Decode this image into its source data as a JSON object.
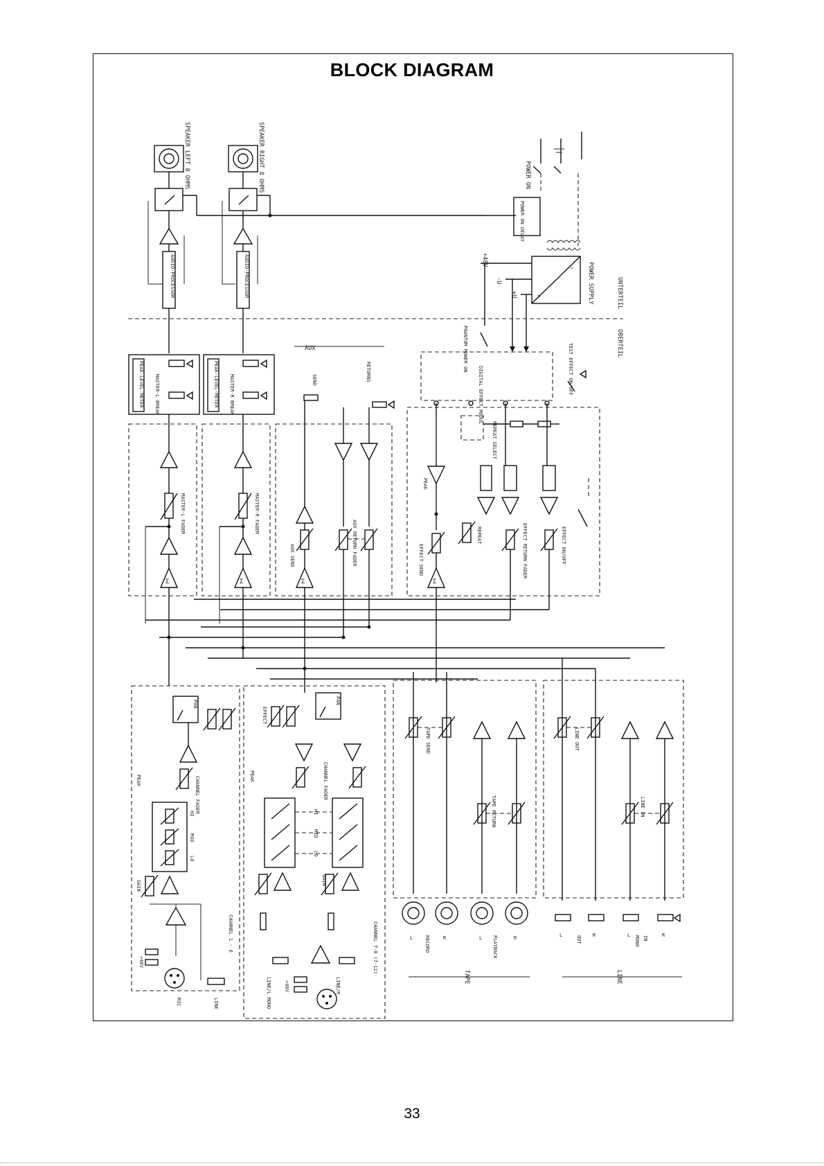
{
  "title": "BLOCK DIAGRAM",
  "page_number": "33",
  "labels": {
    "speaker_left": "SPEAKER LEFT 8 OHMS",
    "speaker_right": "SPEAKER RIGHT 8 OHMS",
    "power_on": "POWER ON",
    "power_on_delay": "POWER ON DELAY",
    "power_supply": "POWER SUPPLY",
    "unterteil": "UNTERTEIL",
    "oberteil": "OBERTEIL",
    "plus_u": "+U",
    "minus_u": "-U",
    "plus_48v": "+48V",
    "phantom_power": "PHANTOM POWER ON",
    "audio_processor": "AUDIO-PROCESSOR",
    "peak_level_meter": "PEAK-LEVEL-METER",
    "master_l_break": "MASTER-L BREAK",
    "master_r_break": "MASTER-R BREAK",
    "master_l_fader": "MASTER-L FADER",
    "master_r_fader": "MASTER-R FADER",
    "aux": "AUX",
    "send": "SEND",
    "returns": "RETURNS",
    "aux_send": "AUX SEND",
    "aux_return_fader": "AUX RETURN FADER",
    "digital_effect_modul": "DIGITAL EFFECT MODUL",
    "test_effect_on_off": "TEST EFFECT ON/OFF",
    "repeat_select": "REPEAT SELECT",
    "peak": "PEAK",
    "repeat": "REPEAT",
    "effect_send": "EFFECT SEND",
    "effect_return_fader": "EFFECT RETURN FADER",
    "effect_on_off": "EFFECT ON/OFF",
    "pan": "PAN",
    "effect": "EFFECT",
    "channel_fader": "CHANNEL FADER",
    "hi": "HI",
    "mid": "MID",
    "lo": "LO",
    "gain": "GAIN",
    "channel_1_6": "CHANNEL 1 - 6",
    "channel_7_8": "CHANNEL 7-8 (7-12)",
    "mic": "MIC",
    "line": "LINE",
    "line_l_mono": "LINE/L MONO",
    "line_r": "LINE/R",
    "tape_send": "TAPE SEND",
    "tape_return": "TAPE RETURN",
    "line_out": "LINE OUT",
    "line_in": "LINE IN",
    "record": "RECORD",
    "playback": "PLAYBACK",
    "tape": "TAPE",
    "l": "L",
    "r": "R",
    "out": "OUT",
    "in": "IN",
    "mono": "MONO"
  }
}
